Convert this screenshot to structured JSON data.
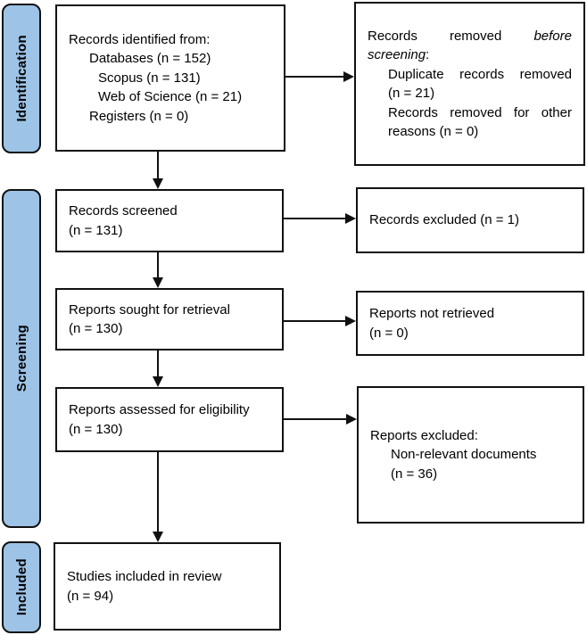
{
  "colors": {
    "stage_fill": "#9DC3E6",
    "box_fill": "#FFFFFF",
    "border": "#111111",
    "text": "#000000"
  },
  "stages": {
    "identification": "Identification",
    "screening": "Screening",
    "included": "Included"
  },
  "boxes": {
    "identified": {
      "line1": "Records identified from:",
      "line2": "Databases (n = 152)",
      "line3": "Scopus (n = 131)",
      "line4": "Web of Science (n = 21)",
      "line5": "Registers (n = 0)"
    },
    "removed": {
      "line1": [
        "Records",
        "removed",
        "before"
      ],
      "line2_word": "screening",
      "line2_colon": ":",
      "line3": [
        "Duplicate",
        "records",
        "removed"
      ],
      "line4": "(n = 21)",
      "line5": [
        "Records",
        "removed",
        "for",
        "other"
      ],
      "line6": "reasons (n = 0)"
    },
    "screened": {
      "line1": "Records screened",
      "line2": "(n = 131)"
    },
    "records_excluded": {
      "line1": "Records excluded (n = 1)"
    },
    "sought": {
      "line1": "Reports sought for retrieval",
      "line2": "(n = 130)"
    },
    "not_retrieved": {
      "line1": "Reports not retrieved",
      "line2": "(n = 0)"
    },
    "assessed": {
      "line1": "Reports assessed for eligibility",
      "line2": "(n = 130)"
    },
    "reports_excluded": {
      "line1": "Reports excluded:",
      "line2": "Non-relevant documents",
      "line3": "(n = 36)"
    },
    "included_studies": {
      "line1": "Studies included in review",
      "line2": "(n = 94)"
    }
  }
}
